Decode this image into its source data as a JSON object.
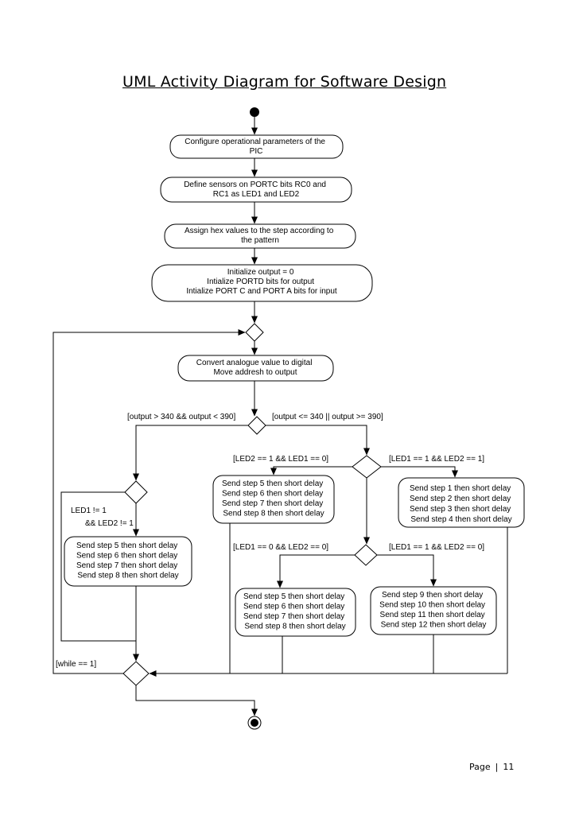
{
  "page": {
    "title": "UML Activity Diagram for Software Design",
    "page_label": "Page",
    "page_number": "11"
  },
  "actions": {
    "configure": [
      "Configure operational parameters of the",
      "PIC"
    ],
    "define_sensors": [
      "Define sensors on PORTC bits RC0 and",
      "RC1 as LED1 and LED2"
    ],
    "assign_hex": [
      "Assign hex values to the step according to",
      "the pattern"
    ],
    "initialize": [
      "Initialize output = 0",
      "Intialize PORTD bits for output",
      "Intialize PORT C and PORT A bits for input"
    ],
    "convert": [
      "Convert analogue value to digital",
      "Move addresh to output"
    ],
    "steps_5_8_left": [
      "Send step 5 then short delay",
      "Send step 6 then short delay",
      "Send step 7 then short delay",
      "Send step 8 then short delay"
    ],
    "steps_5_8_mid_top": [
      "Send step 5 then short delay",
      "Send step 6 then short delay",
      "Send step 7 then short delay",
      "Send step 8 then short delay"
    ],
    "steps_1_4": [
      "Send step 1 then short delay",
      "Send step 2 then short delay",
      "Send step 3 then short delay",
      "Send step 4 then short delay"
    ],
    "steps_5_8_mid_bottom": [
      "Send step 5 then short delay",
      "Send step 6 then short delay",
      "Send step 7 then short delay",
      "Send step 8 then short delay"
    ],
    "steps_9_12": [
      "Send step 9 then short delay",
      "Send step 10 then short delay",
      "Send step 11 then short delay",
      "Send step 12 then short delay"
    ]
  },
  "guards": {
    "in_range": "[output > 340 && output < 390]",
    "out_range": "[output <= 340 || output >= 390]",
    "led2_1_led1_0": "[LED2 == 1 && LED1 == 0]",
    "led1_1_led2_1": "[LED1 == 1 && LED2 == 1]",
    "led1_0_led2_0": "[LED1 == 0 && LED2 == 0]",
    "led1_1_led2_0": "[LED1 == 1 && LED2 == 0]",
    "left_cond_1": "LED1 != 1",
    "left_cond_2": "&& LED2 != 1",
    "while": "[while == 1]"
  }
}
